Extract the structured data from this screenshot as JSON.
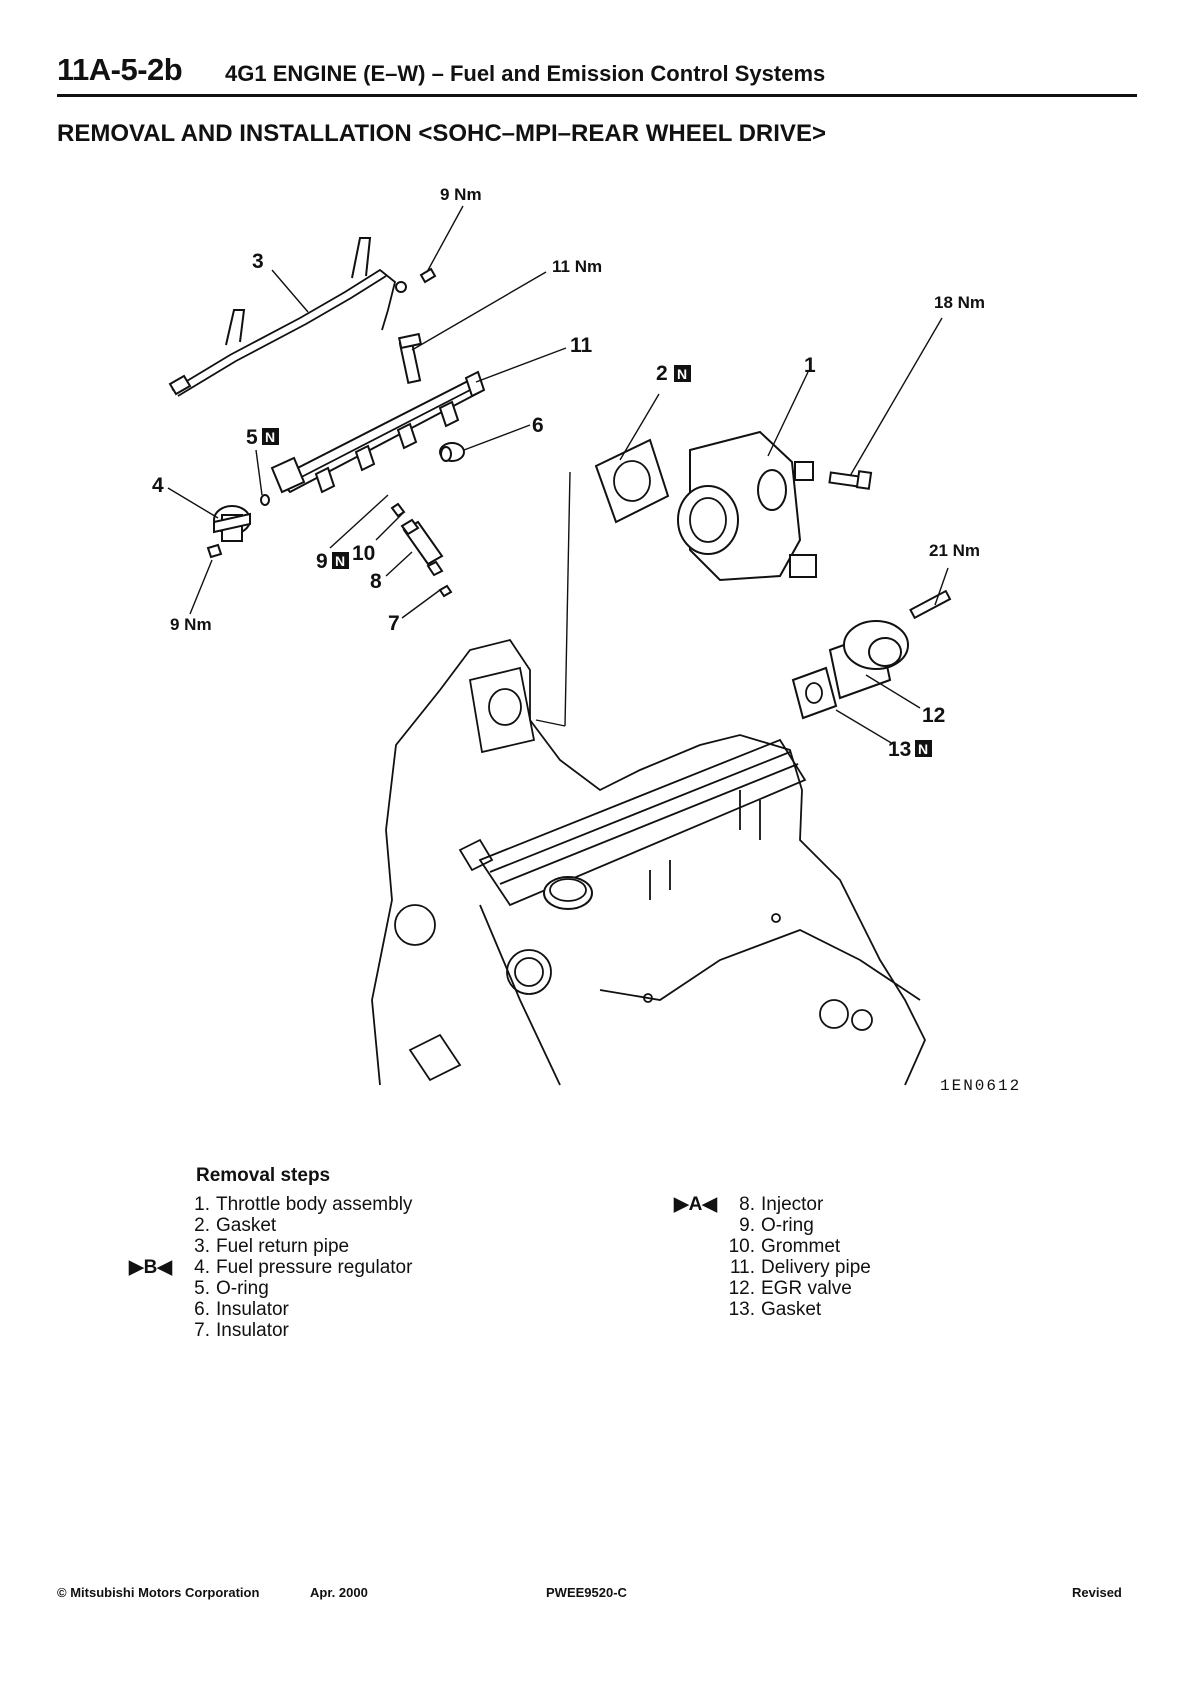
{
  "header": {
    "code": "11A-5-2b",
    "title": "4G1 ENGINE (E–W) – Fuel and Emission Control Systems"
  },
  "section_title": "REMOVAL AND INSTALLATION <SOHC–MPI–REAR WHEEL DRIVE>",
  "figure": {
    "code": "1EN0612",
    "labels": {
      "p1": "1",
      "p2": "2",
      "p3": "3",
      "p4": "4",
      "p5": "5",
      "p6": "6",
      "p7": "7",
      "p8": "8",
      "p9": "9",
      "p10": "10",
      "p11": "11",
      "p12": "12",
      "p13": "13"
    },
    "torques": {
      "t_top": "9 Nm",
      "t_11": "11 Nm",
      "t_18": "18 Nm",
      "t_21": "21 Nm",
      "t_left": "9 Nm"
    },
    "new_part_mark": "N"
  },
  "removal": {
    "heading": "Removal steps",
    "steps_left": [
      {
        "mark": "",
        "num": "1.",
        "text": "Throttle body assembly"
      },
      {
        "mark": "",
        "num": "2.",
        "text": "Gasket"
      },
      {
        "mark": "",
        "num": "3.",
        "text": "Fuel return pipe"
      },
      {
        "mark": "▶B◀",
        "num": "4.",
        "text": "Fuel pressure regulator"
      },
      {
        "mark": "",
        "num": "5.",
        "text": "O-ring"
      },
      {
        "mark": "",
        "num": "6.",
        "text": "Insulator"
      },
      {
        "mark": "",
        "num": "7.",
        "text": "Insulator"
      }
    ],
    "steps_right": [
      {
        "mark": "▶A◀",
        "num": "8.",
        "text": "Injector"
      },
      {
        "mark": "",
        "num": "9.",
        "text": "O-ring"
      },
      {
        "mark": "",
        "num": "10.",
        "text": "Grommet"
      },
      {
        "mark": "",
        "num": "11.",
        "text": "Delivery pipe"
      },
      {
        "mark": "",
        "num": "12.",
        "text": "EGR valve"
      },
      {
        "mark": "",
        "num": "13.",
        "text": "Gasket"
      }
    ]
  },
  "footer": {
    "copyright": "© Mitsubishi Motors Corporation",
    "date": "Apr. 2000",
    "doc_code": "PWEE9520-C",
    "status": "Revised"
  }
}
